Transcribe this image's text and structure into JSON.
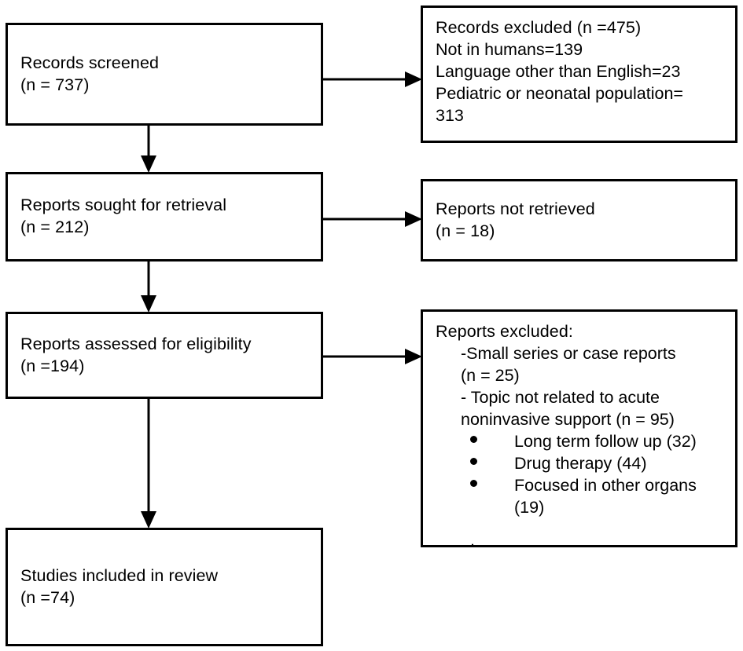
{
  "diagram": {
    "type": "prisma-flow-diagram",
    "stroke_color": "#000000",
    "background_color": "#ffffff",
    "nodes": [
      {
        "id": "records-screened",
        "title": "Records screened",
        "count_line": "(n = 737)"
      },
      {
        "id": "records-excluded",
        "header": "Records excluded (n =475)",
        "reasons": [
          "Not in humans=139",
          "Language other than English=23",
          "Pediatric or neonatal population=",
          "313"
        ]
      },
      {
        "id": "reports-sought",
        "title": "Reports sought for retrieval",
        "count_line": "(n = 212)"
      },
      {
        "id": "reports-not-retrieved",
        "title": "Reports not retrieved",
        "count_line": "(n = 18)"
      },
      {
        "id": "reports-assessed",
        "title": "Reports assessed for eligibility",
        "count_line": "(n =194)"
      },
      {
        "id": "reports-excluded",
        "header": "Reports excluded:",
        "reason_1_line_1": "-Small series or case reports",
        "reason_1_line_2": "(n = 25)",
        "reason_2_line_1": "- Topic not related to acute",
        "reason_2_line_2": "noninvasive support (n = 95)",
        "bullets": [
          "Long term follow up (32)",
          "Drug therapy (44)",
          "Focused in other organs",
          "(19)"
        ],
        "trailing_mark": "."
      },
      {
        "id": "studies-included",
        "title": "Studies included in review",
        "count_line": "(n =74)"
      }
    ],
    "connectors": [
      {
        "id": "screened-to-excluded",
        "direction": "right",
        "from": "records-screened",
        "to": "records-excluded"
      },
      {
        "id": "screened-to-sought",
        "direction": "down",
        "from": "records-screened",
        "to": "reports-sought"
      },
      {
        "id": "sought-to-not-retrieved",
        "direction": "right",
        "from": "reports-sought",
        "to": "reports-not-retrieved"
      },
      {
        "id": "sought-to-assessed",
        "direction": "down",
        "from": "reports-sought",
        "to": "reports-assessed"
      },
      {
        "id": "assessed-to-excluded",
        "direction": "right",
        "from": "reports-assessed",
        "to": "reports-excluded"
      },
      {
        "id": "assessed-to-included",
        "direction": "down",
        "from": "reports-assessed",
        "to": "studies-included"
      }
    ]
  }
}
